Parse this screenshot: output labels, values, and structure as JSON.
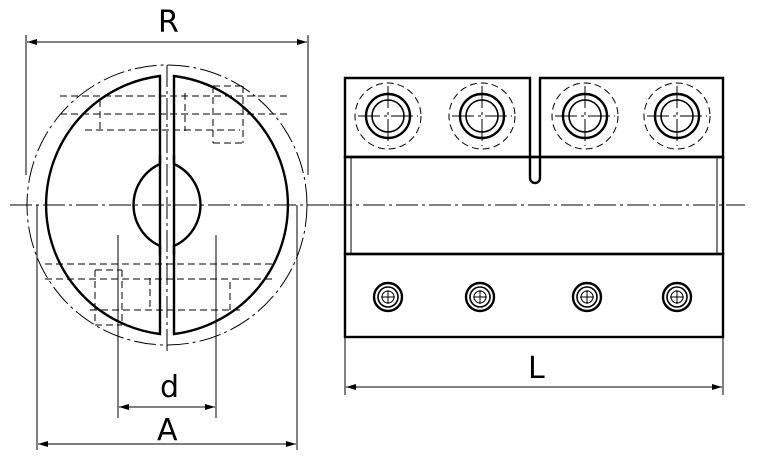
{
  "labels": {
    "R": "R",
    "d": "d",
    "A": "A",
    "L": "L"
  },
  "colors": {
    "line": "#000000",
    "background": "#ffffff"
  }
}
